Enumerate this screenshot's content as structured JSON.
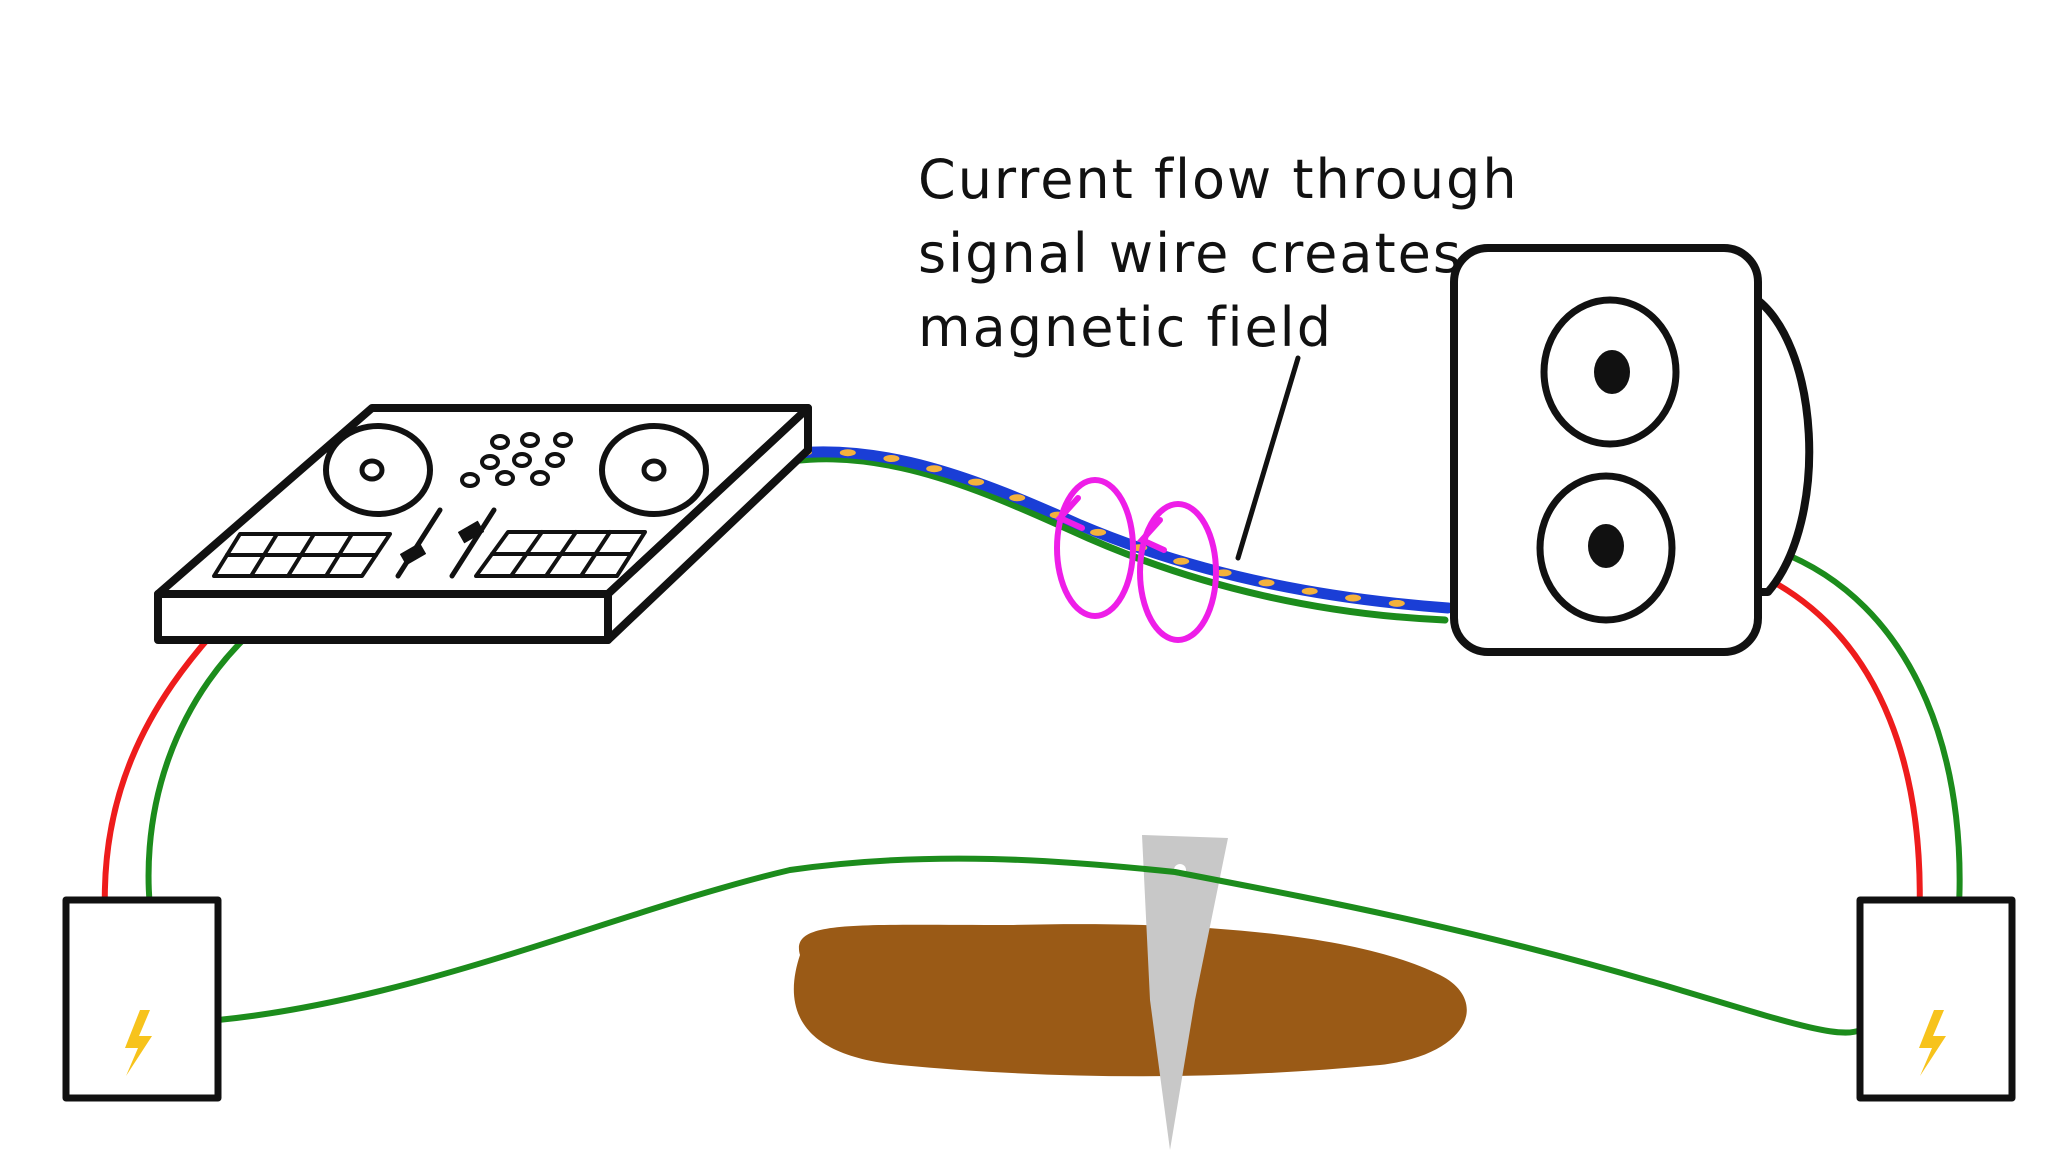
{
  "annotation": {
    "lines": [
      "Current flow through",
      "signal wire creates",
      "magnetic field"
    ]
  },
  "colors": {
    "outline": "#111111",
    "red_wire": "#ee1c1c",
    "green_wire": "#1c8c1c",
    "signal_wire": "#1a3ed6",
    "current_dots": "#f4b23c",
    "field_loops": "#ee1ee8",
    "outlet_bolt": "#f7c31c",
    "soil": "#9a5a16",
    "ground_rod": "#c8c8c8"
  },
  "components": {
    "dj_controller": "dj-controller",
    "speaker": "speaker-cabinet",
    "left_outlet": "power-outlet-bolt-icon",
    "right_outlet": "power-outlet-bolt-icon",
    "ground_rod": "ground-rod",
    "field_loops_count": 2
  }
}
